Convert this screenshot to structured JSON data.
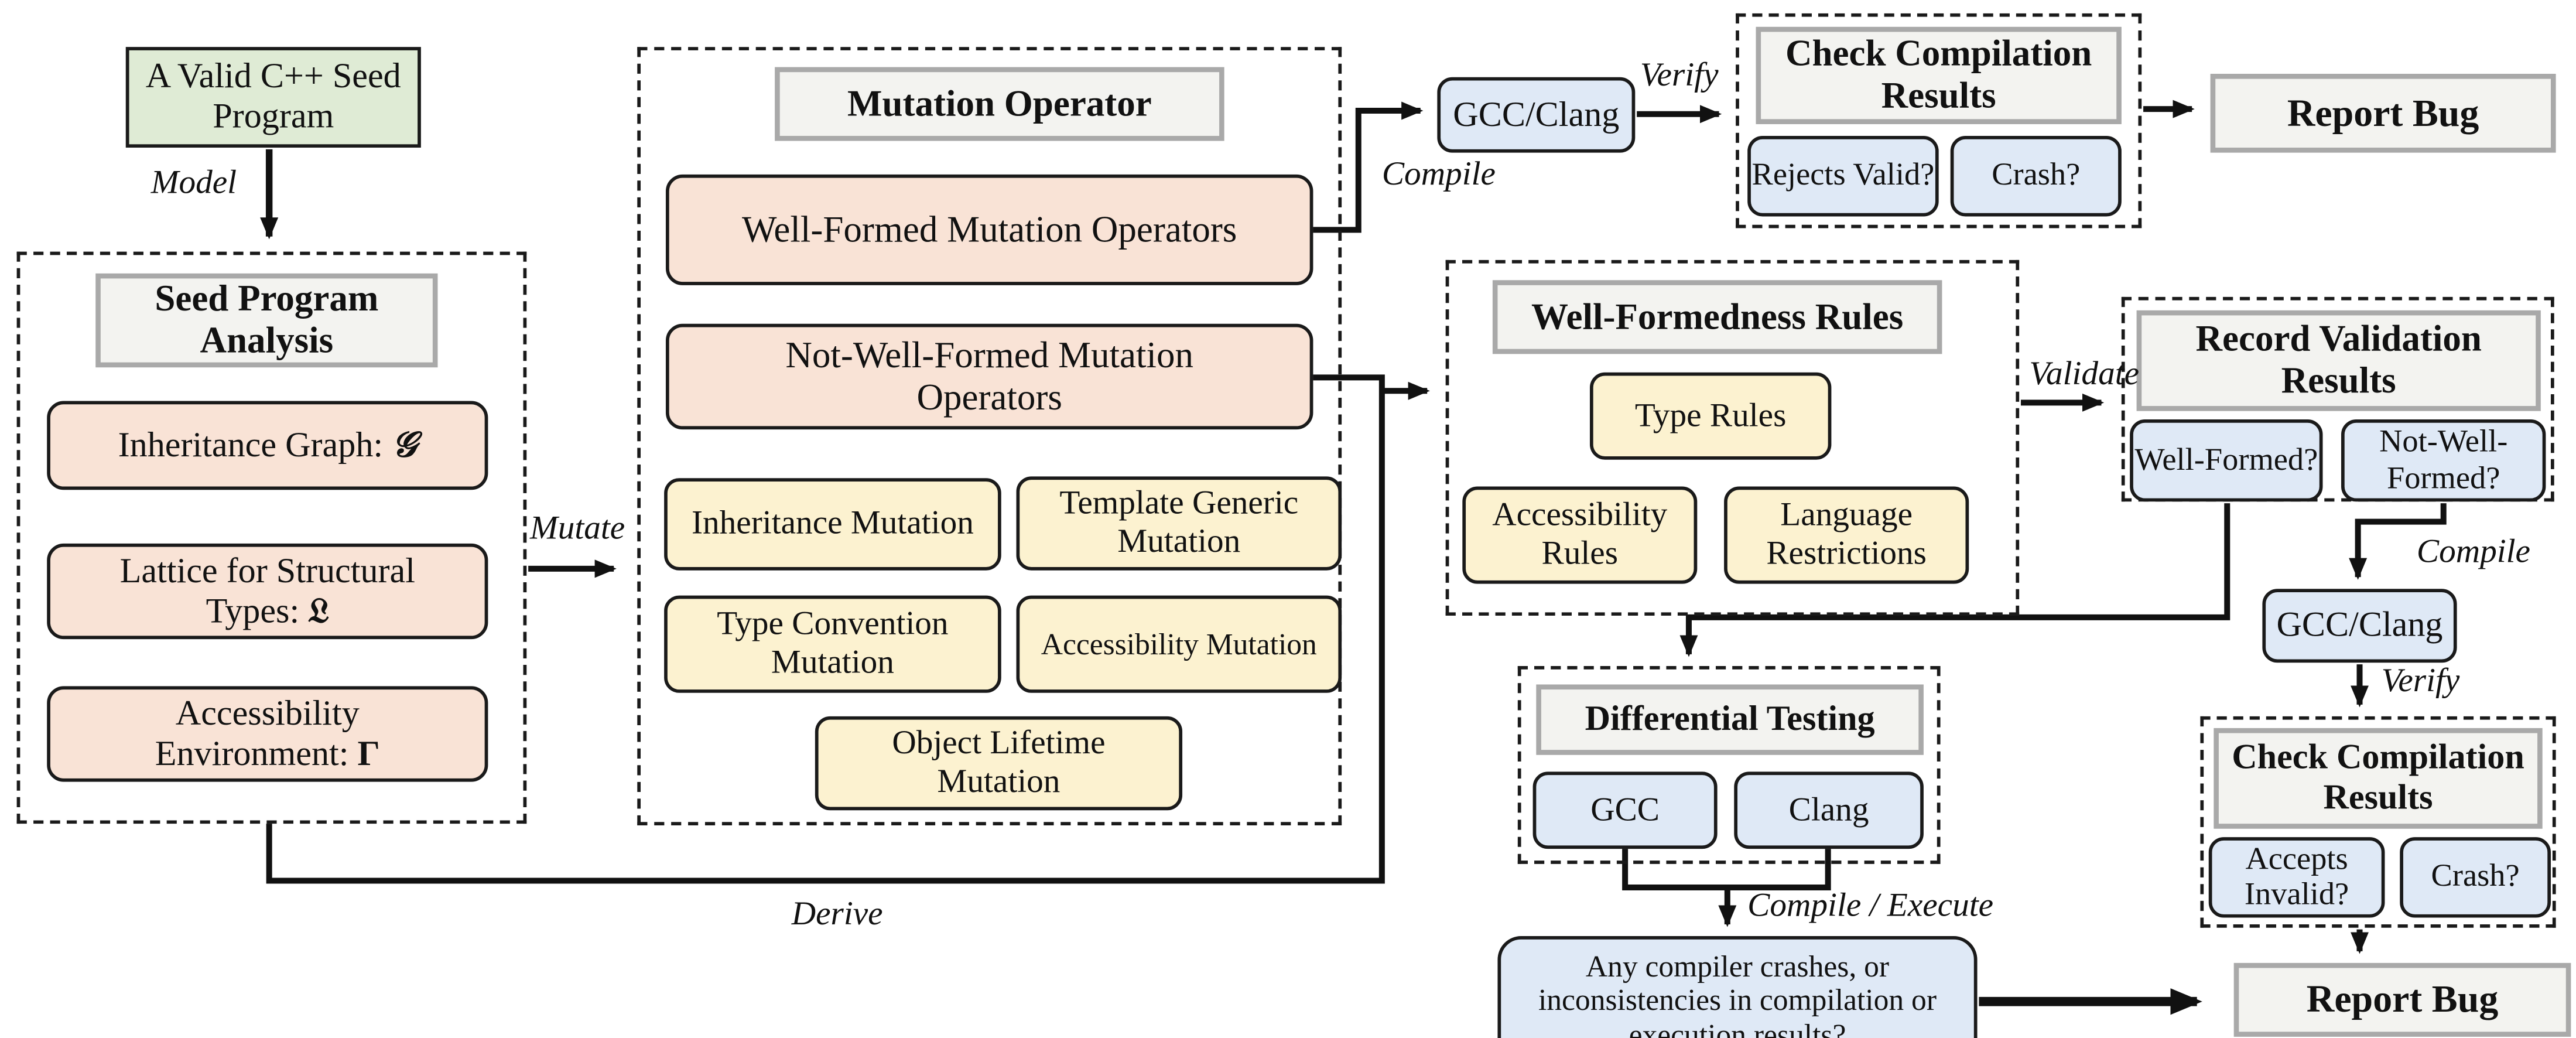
{
  "colors": {
    "seed_green": "#dfebd5",
    "model_pink": "#f9e3d6",
    "operator_yellow": "#fcf2d0",
    "compiler_blue": "#dfe9f6",
    "header_gray_fill": "#f3f3f0",
    "header_gray_border": "#a9a9a9",
    "line_black": "#111111"
  },
  "nodes": {
    "seed_program": "A Valid C++ Seed Program",
    "spa": {
      "title": "Seed Program Analysis",
      "items": [
        {
          "text": "Inheritance Graph: ",
          "sym": "𝒢"
        },
        {
          "text": "Lattice for Structural Types: ",
          "sym": "𝔏"
        },
        {
          "text": "Accessibility Environment: ",
          "sym": "Γ"
        }
      ]
    },
    "mutation_operator": {
      "title": "Mutation Operator",
      "well_formed": "Well-Formed Mutation Operators",
      "not_well_formed": "Not-Well-Formed Mutation Operators",
      "ops": [
        "Inheritance Mutation",
        "Template Generic Mutation",
        "Type Convention Mutation",
        "Accessibility Mutation",
        "Object Lifetime Mutation"
      ]
    },
    "gcc_clang_top": "GCC/Clang",
    "check_top": {
      "title": "Check Compilation Results",
      "checks": [
        "Rejects Valid?",
        "Crash?"
      ]
    },
    "report_bug_top": "Report Bug",
    "wfr": {
      "title": "Well-Formedness Rules",
      "rules": [
        "Type Rules",
        "Accessibility Rules",
        "Language Restrictions"
      ]
    },
    "rvr": {
      "title": "Record Validation Results",
      "checks": [
        "Well-Formed?",
        "Not-Well-Formed?"
      ]
    },
    "gcc_clang_right": "GCC/Clang",
    "check_bottom": {
      "title": "Check Compilation Results",
      "checks": [
        "Accepts Invalid?",
        "Crash?"
      ]
    },
    "report_bug_bottom": "Report Bug",
    "differential_testing": {
      "title": "Differential Testing",
      "compilers": [
        "GCC",
        "Clang"
      ]
    },
    "question": "Any compiler crashes, or inconsistencies in compilation or execution results?"
  },
  "edge_labels": {
    "model": "Model",
    "mutate": "Mutate",
    "compile_top": "Compile",
    "verify_top": "Verify",
    "validate": "Validate",
    "compile_right": "Compile",
    "verify_right": "Verify",
    "derive": "Derive",
    "compile_execute": "Compile / Execute"
  }
}
